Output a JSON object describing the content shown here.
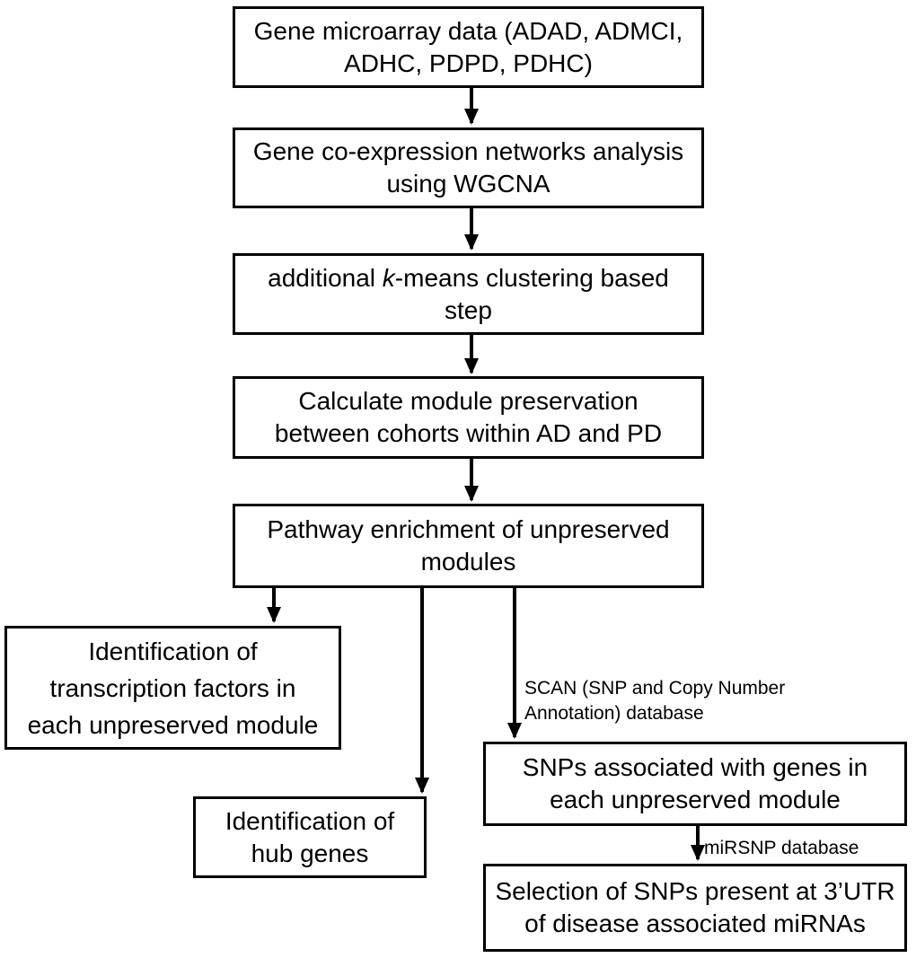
{
  "diagram": {
    "colors": {
      "border": "#000000",
      "text": "#000000",
      "background": "#ffffff",
      "arrow": "#000000"
    },
    "boxes": {
      "microarray": {
        "line1": "Gene microarray data (ADAD, ADMCI,",
        "line2": "ADHC, PDPD, PDHC)"
      },
      "wgcna": {
        "line1": "Gene co-expression networks analysis",
        "line2": "using WGCNA"
      },
      "kmeans": {
        "line1_pre": "additional ",
        "line1_k": "k",
        "line1_post": "-means clustering based",
        "line2": "step"
      },
      "preservation": {
        "line1": "Calculate module preservation",
        "line2": "between cohorts within AD and PD"
      },
      "pathway": {
        "line1": "Pathway enrichment of unpreserved",
        "line2": "modules"
      },
      "tf": {
        "line1": "Identification of",
        "line2": "transcription factors in",
        "line3": "each unpreserved module"
      },
      "hub": {
        "line1": "Identification of",
        "line2": "hub genes"
      },
      "snps": {
        "line1": "SNPs associated with genes in",
        "line2": "each unpreserved module"
      },
      "selection": {
        "line1": "Selection of SNPs present at 3’UTR",
        "line2": "of disease associated miRNAs"
      }
    },
    "edge_labels": {
      "scan_line1": "SCAN (SNP and Copy Number",
      "scan_line2": "Annotation) database",
      "mirsnp": "miRSNP database"
    }
  }
}
